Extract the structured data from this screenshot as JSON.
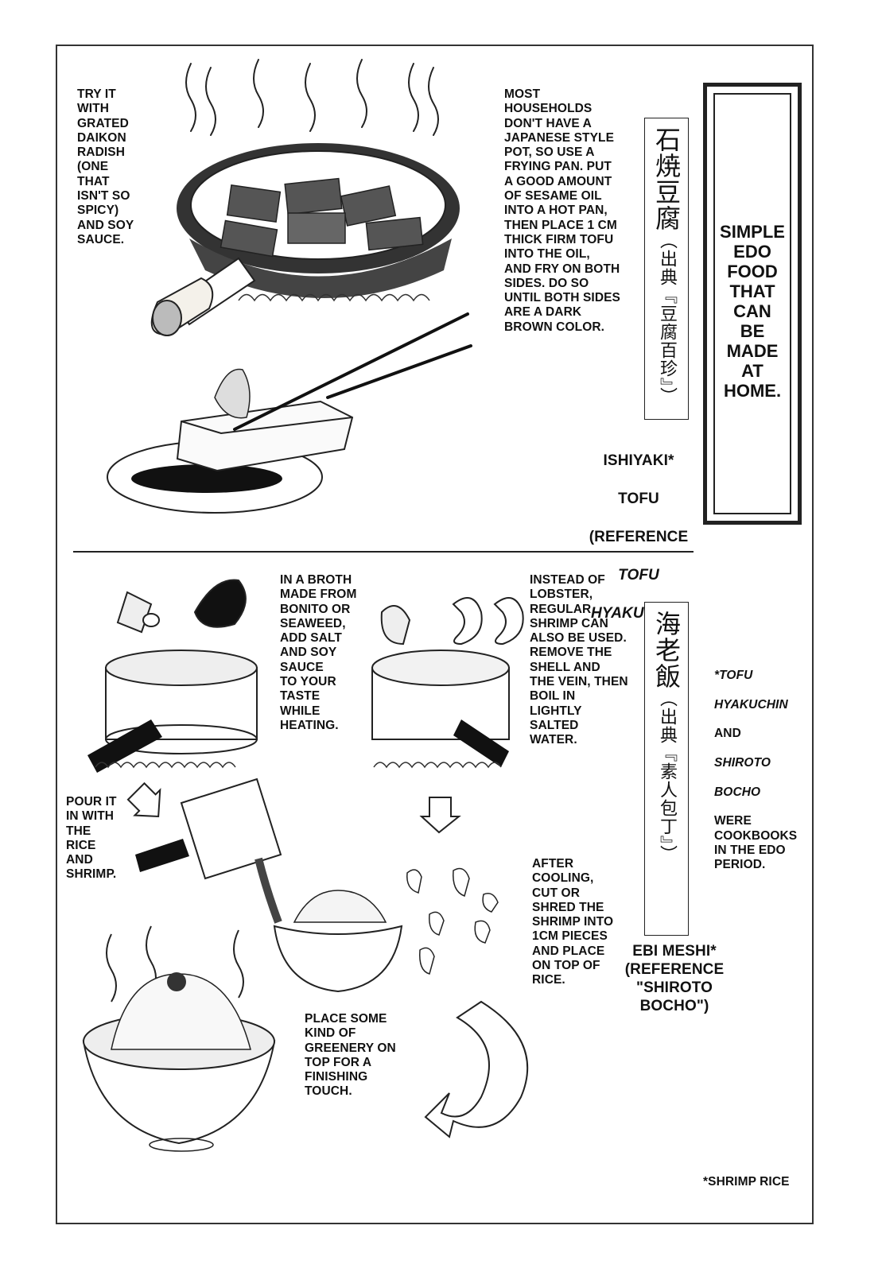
{
  "title": "SIMPLE\nEDO\nFOOD\nTHAT\nCAN\nBE\nMADE\nAT\nHOME.",
  "tofu": {
    "jp_title": "石焼豆腐",
    "jp_source": "（出典『豆腐百珍』）",
    "tip": "TRY IT\nWITH\nGRATED\nDAIKON\nRADISH\n(ONE\nTHAT\nISN'T SO\nSPICY)\nAND SOY\nSAUCE.",
    "instructions": "MOST\nHOUSEHOLDS\nDON'T HAVE A\nJAPANESE STYLE\nPOT, SO USE A\nFRYING PAN. PUT\nA GOOD AMOUNT\nOF SESAME OIL\nINTO A HOT PAN,\nTHEN PLACE 1 CM\nTHICK FIRM TOFU\nINTO THE OIL,\nAND FRY ON BOTH\nSIDES. DO SO\nUNTIL BOTH SIDES\nARE A DARK\nBROWN COLOR.",
    "name_line1": "ISHIYAKI*",
    "name_line2": "TOFU",
    "name_line3": "(REFERENCE",
    "ref_line1": "TOFU",
    "ref_line2": "HYAKUCHIN",
    "ref_close": ")"
  },
  "ebi": {
    "jp_title": "海老飯",
    "jp_source": "（出典『素人包丁』）",
    "step_broth": "IN A BROTH\nMADE FROM\nBONITO OR\nSEAWEED,\nADD SALT\nAND SOY\nSAUCE\nTO YOUR\nTASTE\nWHILE\nHEATING.",
    "step_shrimp": "INSTEAD OF\nLOBSTER,\nREGULAR\nSHRIMP CAN\nALSO BE USED.\nREMOVE THE\nSHELL AND\nTHE VEIN, THEN\nBOIL IN\nLIGHTLY\nSALTED\nWATER.",
    "step_pour": "POUR IT\nIN WITH\nTHE\nRICE\nAND\nSHRIMP.",
    "step_cut": "AFTER\nCOOLING,\nCUT OR\nSHRED THE\nSHRIMP INTO\n1CM PIECES\nAND PLACE\nON TOP OF\nRICE.",
    "step_green": "PLACE SOME\nKIND OF\nGREENERY ON\nTOP FOR A\nFINISHING\nTOUCH.",
    "name": "EBI MESHI*\n(REFERENCE\n\"SHIROTO\nBOCHO\")"
  },
  "footnote": {
    "line1": "*TOFU",
    "line2": "HYAKUCHIN",
    "line3": "AND",
    "line4": "SHIROTO",
    "line5": "BOCHO",
    "line6": "WERE\nCOOKBOOKS\nIN THE EDO\nPERIOD."
  },
  "shrimp_rice_note": "*SHRIMP RICE"
}
